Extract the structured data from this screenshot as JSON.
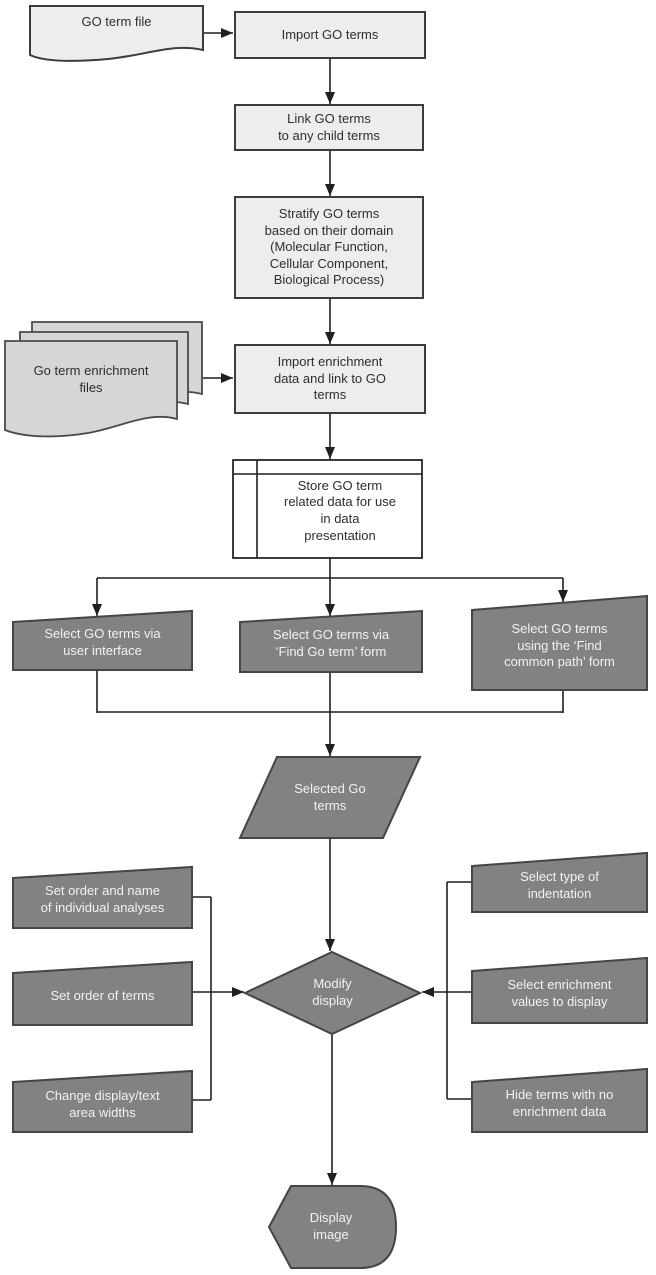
{
  "colors": {
    "light_fill": "#ededed",
    "dark_fill": "#828282",
    "stack_fill": "#d6d6d6",
    "store_fill": "#ffffff",
    "border_dark": "#3c3c3c",
    "border_darker": "#454545",
    "line": "#1f1f1f",
    "text_dark": "#2e2e2e",
    "text_light": "#f2f2f2"
  },
  "nodes": {
    "go_term_file": {
      "shape": "document",
      "label": "GO term file"
    },
    "import_go_terms": {
      "shape": "process",
      "label": "Import GO terms"
    },
    "link_child_terms": {
      "shape": "process",
      "label": "Link GO terms\nto any child terms"
    },
    "stratify_domains": {
      "shape": "process",
      "label": "Stratify GO terms\nbased on their domain\n(Molecular Function,\nCellular Component,\nBiological Process)"
    },
    "enrichment_files": {
      "shape": "multi-document",
      "label": "Go term enrichment\nfiles"
    },
    "import_enrichment": {
      "shape": "process",
      "label": "Import enrichment\ndata and link to GO\nterms"
    },
    "store_data": {
      "shape": "internal-storage",
      "label": "Store GO term\nrelated data for use\nin data\npresentation"
    },
    "select_via_ui": {
      "shape": "manual-operation",
      "label": "Select GO terms via\nuser interface"
    },
    "select_via_find_form": {
      "shape": "manual-operation",
      "label": "Select GO terms via\n‘Find Go term’  form"
    },
    "select_common_path": {
      "shape": "manual-operation",
      "label": "Select GO terms\nusing the ‘Find\ncommon path’ form"
    },
    "selected_terms": {
      "shape": "parallelogram",
      "label": "Selected Go\nterms"
    },
    "set_order_name": {
      "shape": "manual-operation",
      "label": "Set order and name\nof individual analyses"
    },
    "set_order_terms": {
      "shape": "manual-operation",
      "label": "Set order of terms"
    },
    "change_widths": {
      "shape": "manual-operation",
      "label": "Change display/text\narea widths"
    },
    "select_indentation": {
      "shape": "manual-operation",
      "label": "Select type of\nindentation"
    },
    "select_enrichment_values": {
      "shape": "manual-operation",
      "label": "Select enrichment\nvalues to display"
    },
    "hide_no_enrichment": {
      "shape": "manual-operation",
      "label": "Hide terms with no\nenrichment data"
    },
    "modify_display": {
      "shape": "decision",
      "label": "Modify\ndisplay"
    },
    "display_image": {
      "shape": "display",
      "label": "Display\nimage"
    }
  }
}
